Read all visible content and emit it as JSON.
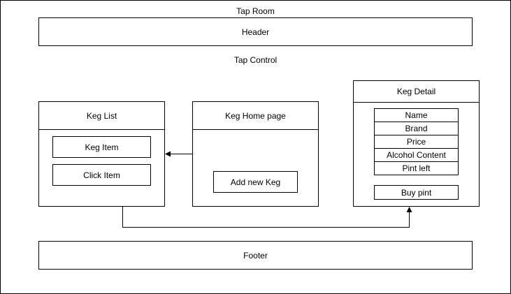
{
  "title": "Tap Room",
  "header": "Header",
  "subtitle": "Tap Control",
  "keg_list": {
    "title": "Keg List",
    "items": [
      "Keg Item",
      "Click Item"
    ]
  },
  "keg_home": {
    "title": "Keg Home page",
    "button": "Add new Keg"
  },
  "keg_detail": {
    "title": "Keg Detail",
    "fields": [
      "Name",
      "Brand",
      "Price",
      "Alcohol Content",
      "Pint left"
    ],
    "button": "Buy pint"
  },
  "footer": "Footer",
  "colors": {
    "stroke": "#000000",
    "background": "#ffffff"
  }
}
